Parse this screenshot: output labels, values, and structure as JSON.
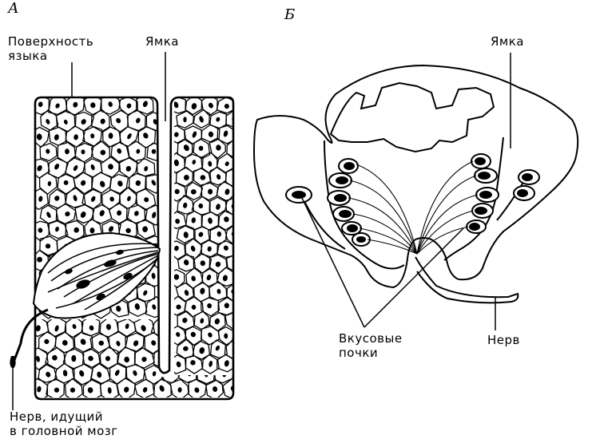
{
  "panels": {
    "a": "А",
    "b": "Б"
  },
  "labels": {
    "surface_line1": "Поверхность",
    "surface_line2": "языка",
    "pit_a": "Ямка",
    "pit_b": "Ямка",
    "nerve_brain_line1": "Нерв, идущий",
    "nerve_brain_line2": "в головной мозг",
    "taste_buds_line1": "Вкусовые",
    "taste_buds_line2": "почки",
    "nerve_b": "Нерв"
  }
}
